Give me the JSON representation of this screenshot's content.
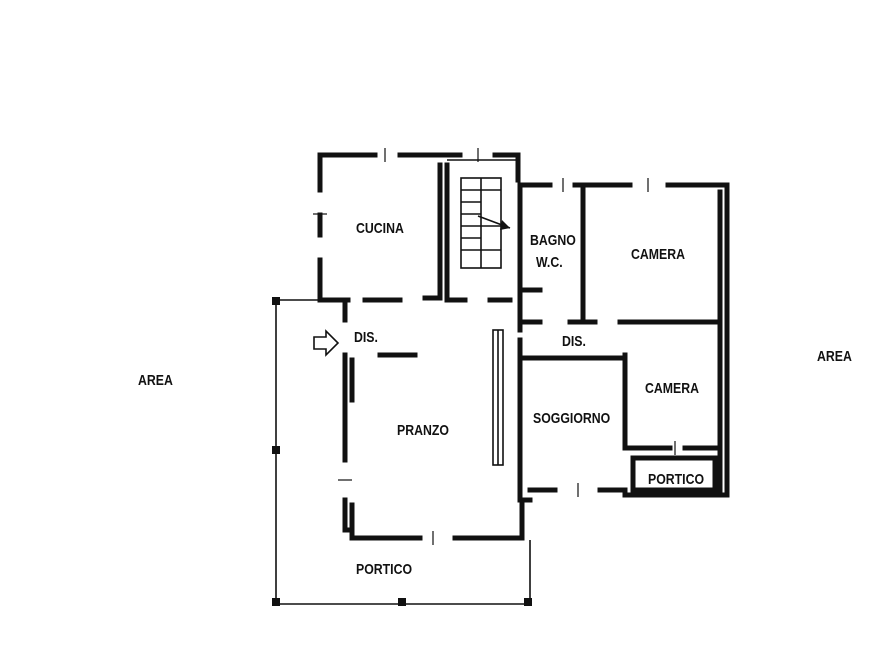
{
  "labels": {
    "area_left": "AREA",
    "area_right": "AREA",
    "cucina": "CUCINA",
    "bagno_line1": "BAGNO",
    "bagno_line2": "W.C.",
    "camera_top": "CAMERA",
    "camera_bottom": "CAMERA",
    "dis_left": "DIS.",
    "dis_right": "DIS.",
    "pranzo": "PRANZO",
    "soggiorno": "SOGGIORNO",
    "portico_small": "PORTICO",
    "portico_main": "PORTICO"
  },
  "icons": {
    "entrance": "entrance-arrow-icon"
  }
}
